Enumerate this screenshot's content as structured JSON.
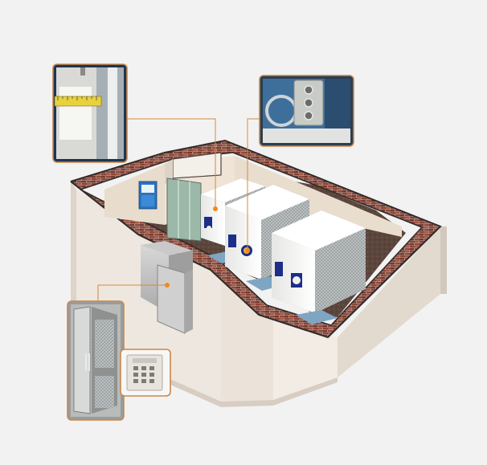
{
  "scene": {
    "subject": "vault-room-cutaway",
    "callouts": [
      {
        "id": "wall-thickness-detail",
        "icon": "measuring-tape-icon"
      },
      {
        "id": "vault-lock-detail",
        "icon": "lock-dial-icon"
      },
      {
        "id": "vault-door-detail",
        "icon": "door-icon"
      },
      {
        "id": "keypad-detail",
        "icon": "keypad-icon"
      }
    ]
  },
  "colors": {
    "background": "#f2f2f2",
    "outer_wall": "#f1ebe4",
    "outer_wall_shade": "#ddd4ca",
    "brick": "#8a4536",
    "brick_mortar": "#b9a6a3",
    "floor": "#5b463d",
    "cabinet": "#f4f4f2",
    "cabinet_blue": "#1c2e88",
    "callout_border": "#c9874a",
    "leader_line": "#d68a3d",
    "leader_dot": "#ef8a1f"
  }
}
